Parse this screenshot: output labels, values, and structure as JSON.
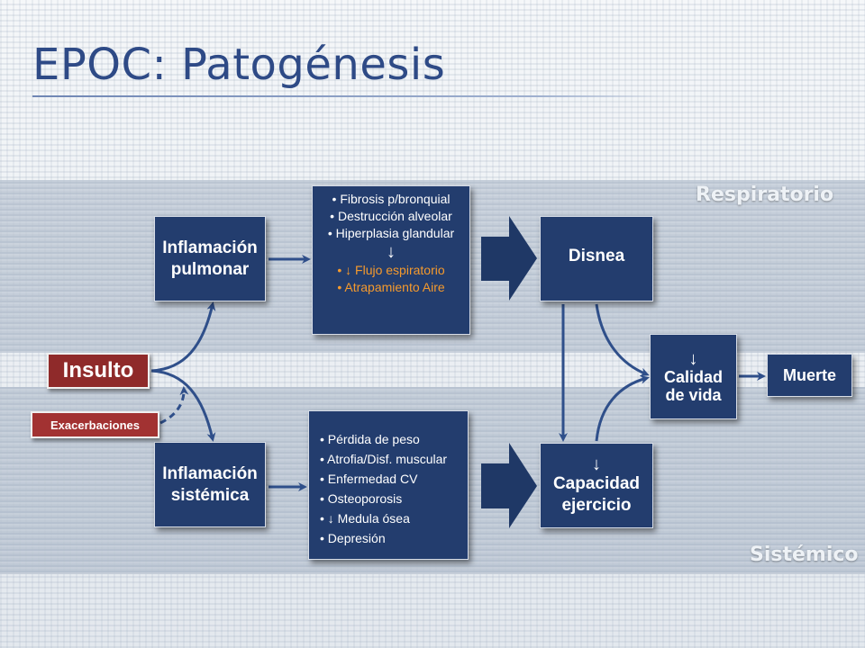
{
  "slide": {
    "title": "EPOC: Patogénesis",
    "bands": {
      "respiratorio": "Respiratorio",
      "sistemico": "Sistémico"
    }
  },
  "nodes": {
    "insulto": "Insulto",
    "exacerbaciones": "Exacerbaciones",
    "inflamacion_pulmonar": {
      "line1": "Inflamación",
      "line2": "pulmonar"
    },
    "inflamacion_sistemica": {
      "line1": "Inflamación",
      "line2": "sistémica"
    },
    "respiratory_effects": {
      "items": [
        "Fibrosis p/bronquial",
        "Destrucción alveolar",
        "Hiperplasia glandular"
      ],
      "down_arrow": "↓",
      "decreased": [
        "↓ Flujo espiratorio",
        "Atrapamiento Aire"
      ]
    },
    "systemic_effects": {
      "items": [
        "Pérdida de peso",
        "Atrofia/Disf. muscular",
        "Enfermedad CV",
        "Osteoporosis",
        "↓ Medula ósea",
        "Depresión"
      ]
    },
    "disnea": "Disnea",
    "capacidad": {
      "arrow": "↓",
      "line1": "Capacidad",
      "line2": "ejercicio"
    },
    "calidad": {
      "arrow": "↓",
      "line1": "Calidad",
      "line2": "de vida"
    },
    "muerte": "Muerte"
  },
  "colors": {
    "box_fill": "#233d6e",
    "title": "#2e4a86",
    "insulto": "#8f2a2a",
    "exacerbaciones": "#a23232",
    "highlight": "#f59a2d",
    "connector": "#2f4f8a"
  }
}
